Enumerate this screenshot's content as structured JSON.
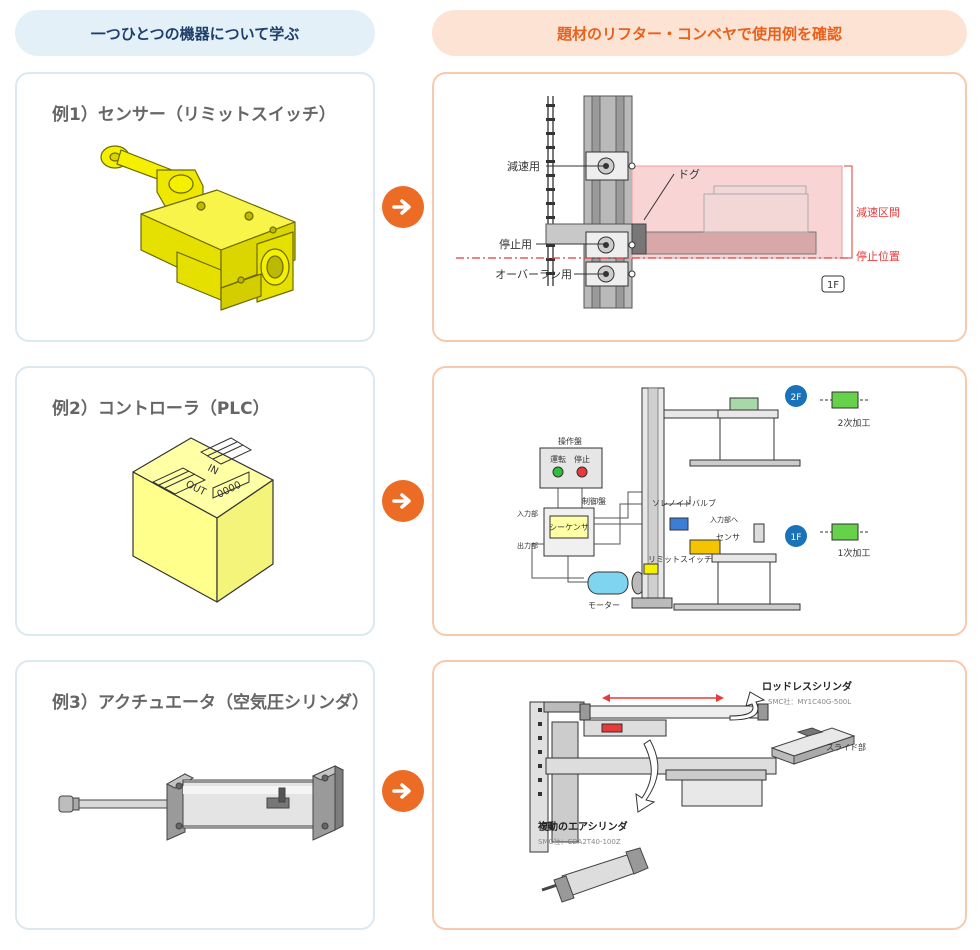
{
  "header": {
    "left": "一つひとつの機器について学ぶ",
    "right": "題材のリフター・コンベヤで使用例を確認"
  },
  "examples": [
    {
      "title": "例1）センサー（リミットスイッチ）"
    },
    {
      "title": "例2）コントローラ（PLC）"
    },
    {
      "title": "例3）アクチュエータ（空気圧シリンダ）"
    }
  ],
  "plc_block": {
    "in": "IN",
    "out": "OUT",
    "num": "0000"
  },
  "diagram1": {
    "gensoku": "減速用",
    "teishi": "停止用",
    "overrun": "オーバーラン用",
    "dog": "ドグ",
    "zone": "減速区間",
    "stop_pos": "停止位置",
    "floor": "1F"
  },
  "diagram2": {
    "panel": "操作盤",
    "run": "運転",
    "stop": "停止",
    "control_panel": "制御盤",
    "input": "入力部",
    "output": "出力部",
    "sequencer": "シーケンサ",
    "motor": "モーター",
    "solenoid": "ソレノイドバルブ",
    "input_to": "入力部へ",
    "sensor": "センサ",
    "limit_switch": "リミットスイッチ",
    "floor2": "2F",
    "floor1": "1F",
    "proc2": "2次加工",
    "proc1": "1次加工"
  },
  "diagram3": {
    "rodless": "ロッドレスシリンダ",
    "rodless_model": "SMC社：MY1C40G-500L",
    "slide": "スライド部",
    "double": "複動のエアシリンダ",
    "double_model": "SMC社：CDA2T40-100Z"
  },
  "colors": {
    "accent": "#ec6b25",
    "left_border": "#dbe8f0",
    "right_border": "#f7c9ad",
    "sensor_yellow": "#f5f000",
    "plc_yellow": "#ffff8c",
    "zone_pink": "#f7c6c6",
    "stop_red": "#e83a3a",
    "floor_blue": "#1a73b8",
    "work_green": "#66d24a"
  }
}
